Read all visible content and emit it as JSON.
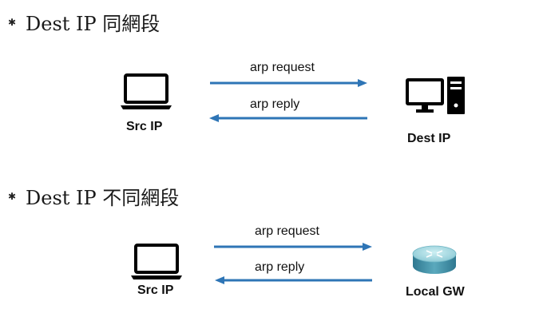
{
  "section1": {
    "heading": "Dest IP 同網段",
    "source_label": "Src IP",
    "target_label": "Dest IP",
    "request_label": "arp request",
    "reply_label": "arp reply",
    "source_icon": "laptop-icon",
    "target_icon": "desktop-computer-icon"
  },
  "section2": {
    "heading": "Dest IP 不同網段",
    "source_label": "Src IP",
    "target_label": "Local GW",
    "request_label": "arp request",
    "reply_label": "arp reply",
    "source_icon": "laptop-icon",
    "target_icon": "router-icon"
  },
  "colors": {
    "arrow": "#2e75b6",
    "icon": "#000000",
    "router_top": "#9fd6df",
    "router_side": "#3f8ea6"
  }
}
